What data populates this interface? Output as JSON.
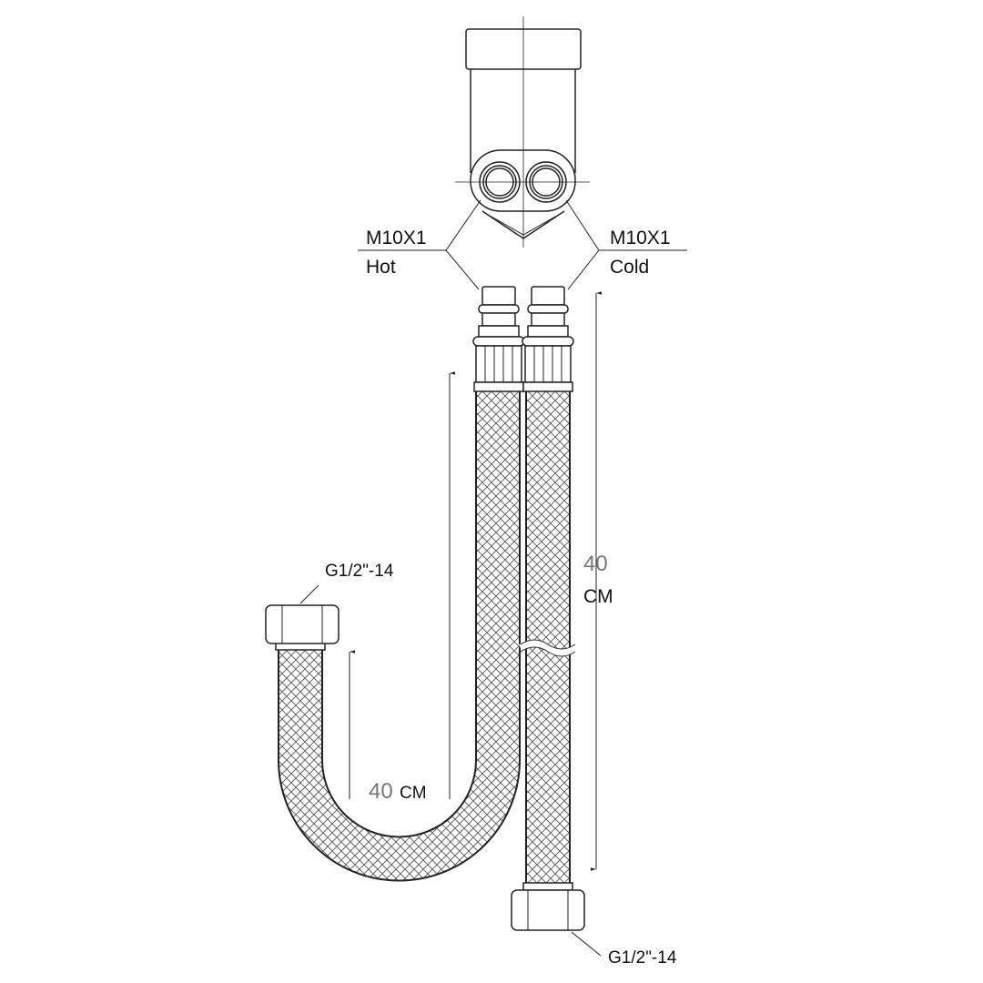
{
  "labels": {
    "hot_thread": "M10X1",
    "hot": "Hot",
    "cold_thread": "M10X1",
    "cold": "Cold",
    "long_length_value": "40",
    "long_length_unit": "CM",
    "bent_length_value": "40",
    "bent_length_unit": "CM",
    "left_nut_thread": "G1/2\"-14",
    "right_nut_thread": "G1/2\"-14"
  },
  "colors": {
    "line": "#222222",
    "dimension_value": "#777777"
  }
}
